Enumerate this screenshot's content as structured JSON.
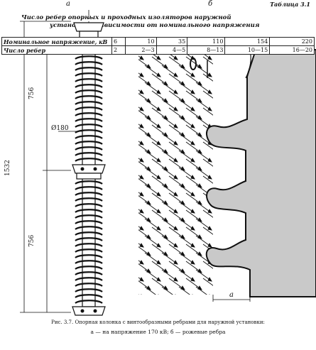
{
  "table_label": "Таблица 3.1",
  "title_line1": "Число ребер опорных и проходных изоляторов наружной",
  "title_line2": "установки в зависимости от номинального напряжения",
  "table": {
    "row_labels": [
      "Номинальное напряжение, кВ",
      "Число ребер"
    ],
    "voltage": [
      "6",
      "10",
      "35",
      "110",
      "154",
      "220"
    ],
    "ribs": [
      "2",
      "2—3",
      "4—5",
      "8—13",
      "10—15",
      "16—20"
    ]
  },
  "figure": {
    "letter_a_top": "а",
    "letter_b_top": "б",
    "letter_a_bottom": "а",
    "dim_756_top": "756",
    "dim_756_bottom": "756",
    "dim_1532": "1532",
    "dim_diameter": "Ø180"
  },
  "caption_line1": "Рис. 3.7. Опорная колонка с винтообразными ребрами для наружной установки:",
  "caption_line2": "а — на напряжение 170 кВ; б — рожевые ребра"
}
